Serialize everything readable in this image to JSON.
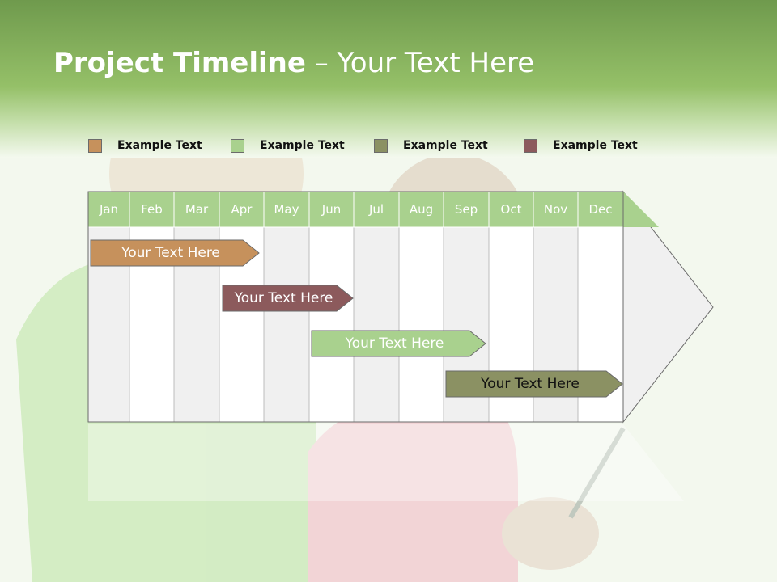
{
  "title": {
    "bold": "Project Timeline",
    "rest": " – Your Text Here"
  },
  "colors": {
    "header_green": "#8fbf66",
    "month_header": "#a9d18e",
    "orange": "#c6915c",
    "mauve": "#8c5a5c",
    "light_green": "#a9d18e",
    "olive": "#8b9163"
  },
  "legend": [
    {
      "label": "Example Text",
      "color": "#c6915c"
    },
    {
      "label": "Example Text",
      "color": "#a9d18e"
    },
    {
      "label": "Example Text",
      "color": "#8b9163"
    },
    {
      "label": "Example Text",
      "color": "#8c5a5c"
    }
  ],
  "months": [
    "Jan",
    "Feb",
    "Mar",
    "Apr",
    "May",
    "Jun",
    "Jul",
    "Aug",
    "Sep",
    "Oct",
    "Nov",
    "Dec"
  ],
  "tasks": [
    {
      "label": "Your  Text Here",
      "color": "#c6915c",
      "start_month": "Jan",
      "end_month": "Apr"
    },
    {
      "label": "Your  Text Here",
      "color": "#8c5a5c",
      "start_month": "Apr",
      "end_month": "Jun"
    },
    {
      "label": "Your  Text Here",
      "color": "#a9d18e",
      "start_month": "Jun",
      "end_month": "Sep"
    },
    {
      "label": "Your  Text Here",
      "color": "#8b9163",
      "start_month": "Sep",
      "end_month": "Dec"
    }
  ]
}
